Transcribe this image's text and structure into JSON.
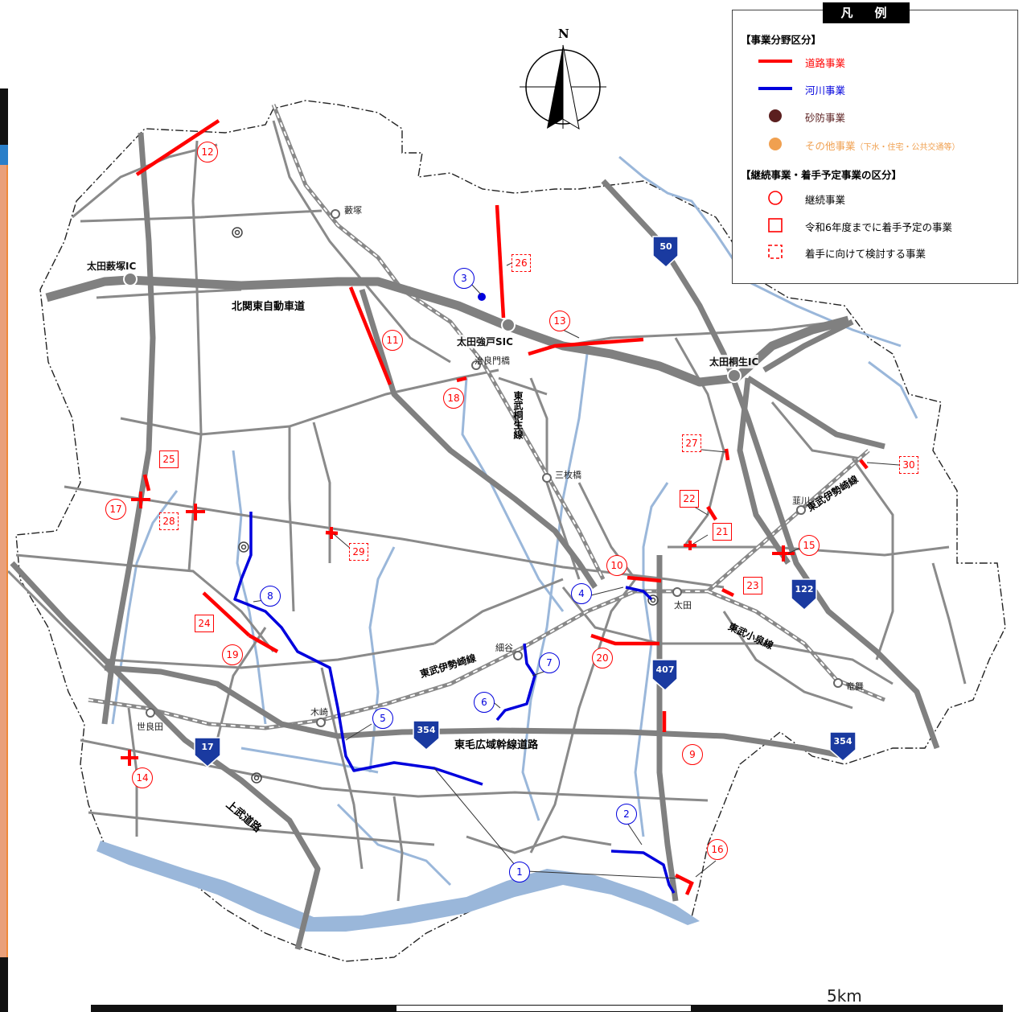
{
  "legend": {
    "title": "凡　例",
    "section1_title": "【事業分野区分】",
    "section1_items": [
      {
        "label": "道路事業",
        "color": "#ff0000",
        "symbol": "line"
      },
      {
        "label": "河川事業",
        "color": "#0000ff",
        "symbol": "line"
      },
      {
        "label": "砂防事業",
        "color": "#5b1f1f",
        "symbol": "dot"
      },
      {
        "label": "その他事業",
        "sub": "（下水・住宅・公共交通等）",
        "color": "#f0a050",
        "symbol": "dot"
      }
    ],
    "section2_title": "【継続事業・着手予定事業の区分】",
    "section2_items": [
      {
        "label": "継続事業",
        "symbol": "circle"
      },
      {
        "label": "令和6年度までに着手予定の事業",
        "symbol": "square"
      },
      {
        "label": "着手に向けて検討する事業",
        "symbol": "dashed-square"
      }
    ]
  },
  "compass": {
    "label": "N"
  },
  "scale": {
    "label": "5km"
  },
  "colors": {
    "road": "#ff0000",
    "river_project": "#0000ff",
    "major_road": "#808080",
    "river": "#9ab7da",
    "boundary": "#222222"
  },
  "interchanges": [
    "太田薮塚IC",
    "太田強戸SIC",
    "太田桐生IC"
  ],
  "highways": [
    "北関東自動車道",
    "東毛広域幹線道路",
    "上武道路"
  ],
  "rail_lines": [
    "東武桐生線",
    "東武伊勢崎線",
    "東武伊勢崎線",
    "東武小泉線"
  ],
  "stations": [
    "藪塚",
    "治良門橋",
    "三枚橋",
    "韮川",
    "太田",
    "細谷",
    "竜舞",
    "木崎",
    "世良田"
  ],
  "route_shields": [
    "50",
    "122",
    "407",
    "354",
    "354",
    "17"
  ],
  "projects": {
    "continuing_red": [
      "12",
      "11",
      "13",
      "18",
      "17",
      "19",
      "10",
      "20",
      "9",
      "14",
      "16",
      "15"
    ],
    "continuing_blue": [
      "3",
      "8",
      "4",
      "7",
      "6",
      "5",
      "2",
      "1"
    ],
    "scheduled": [
      "25",
      "24",
      "22",
      "21",
      "23"
    ],
    "under_study": [
      "26",
      "27",
      "28",
      "29",
      "30"
    ]
  }
}
